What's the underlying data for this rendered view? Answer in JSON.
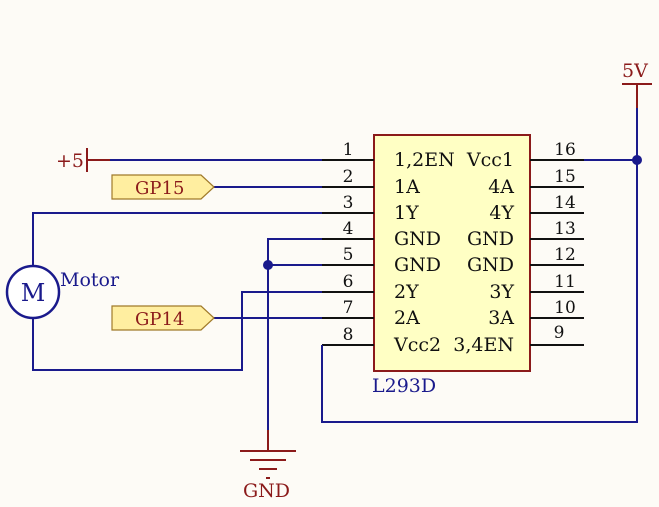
{
  "chip": {
    "name": "L293D",
    "left_pins": [
      {
        "num": "1",
        "name": "1,2EN"
      },
      {
        "num": "2",
        "name": "1A"
      },
      {
        "num": "3",
        "name": "1Y"
      },
      {
        "num": "4",
        "name": "GND"
      },
      {
        "num": "5",
        "name": "GND"
      },
      {
        "num": "6",
        "name": "2Y"
      },
      {
        "num": "7",
        "name": "2A"
      },
      {
        "num": "8",
        "name": "Vcc2"
      }
    ],
    "right_pins": [
      {
        "num": "16",
        "name": "Vcc1"
      },
      {
        "num": "15",
        "name": "4A"
      },
      {
        "num": "14",
        "name": "4Y"
      },
      {
        "num": "13",
        "name": "GND"
      },
      {
        "num": "12",
        "name": "GND"
      },
      {
        "num": "11",
        "name": "3Y"
      },
      {
        "num": "10",
        "name": "3A"
      },
      {
        "num": "9",
        "name": "3,4EN"
      }
    ]
  },
  "power": {
    "plus5_label": "+5",
    "v5_label": "5V",
    "gnd_label": "GND"
  },
  "nets": {
    "gp15": "GP15",
    "gp14": "GP14"
  },
  "motor": {
    "symbol": "M",
    "label": "Motor"
  },
  "colors": {
    "wire": "#1a1a8c",
    "power": "#8b1a1a",
    "chip_fill": "#ffffc4",
    "chip_border": "#8b1a1a",
    "net_tag": "#ffeea0"
  }
}
